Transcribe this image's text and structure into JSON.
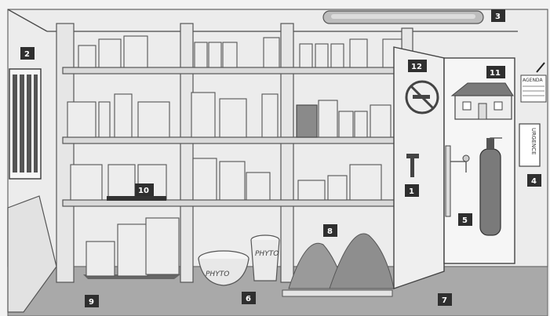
{
  "badges": {
    "b1": "1",
    "b2": "2",
    "b3": "3",
    "b4": "4",
    "b5": "5",
    "b6": "6",
    "b7": "7",
    "b8": "8",
    "b9": "9",
    "b10": "10",
    "b11": "11",
    "b12": "12"
  },
  "text": {
    "basin_brand": "PHYTO",
    "bucket_brand": "PHYTO",
    "extinguisher_label": "URGENCE",
    "calendar_header": "AGENDA"
  },
  "colors": {
    "badge_bg": "#2f2f2f",
    "badge_fg": "#ffffff",
    "floor": "#a9a9a9",
    "wall": "#eeeeee",
    "powder": "#9a9a9a"
  }
}
